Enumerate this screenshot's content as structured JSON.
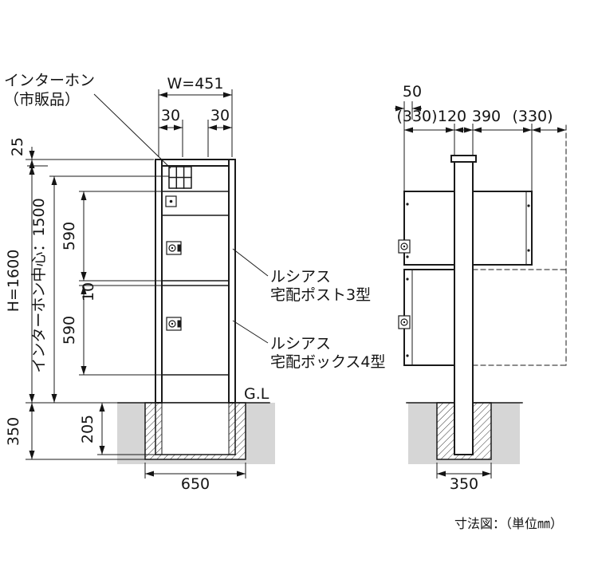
{
  "caption": "寸法図：（単位㎜）",
  "front": {
    "intercom_label_1": "インターホン",
    "intercom_label_2": "（市販品）",
    "dim_total_width": "W=451",
    "dim_margin_left": "30",
    "dim_margin_right": "30",
    "dim_cap": "25",
    "dim_total_height": "H=1600",
    "dim_intercom_center": "インターホン中心：1500",
    "dim_upper_box": "590",
    "dim_gap": "10",
    "dim_lower_box": "590",
    "ground_label": "G.L",
    "post3_label_1": "ルシアス",
    "post3_label_2": "宅配ポスト3型",
    "box4_label_1": "ルシアス",
    "box4_label_2": "宅配ボックス4型",
    "dim_foundation_depth": "350",
    "dim_embed_depth": "205",
    "dim_foundation_width": "650"
  },
  "side": {
    "dim_offset": "50",
    "dim_rear_depth": "(330)",
    "dim_post_depth": "120",
    "dim_front_depth": "390",
    "dim_ref_depth": "(330)",
    "dim_foundation_width": "350"
  },
  "colors": {
    "line": "#1a1a1a",
    "soil": "#d6d6d6"
  }
}
